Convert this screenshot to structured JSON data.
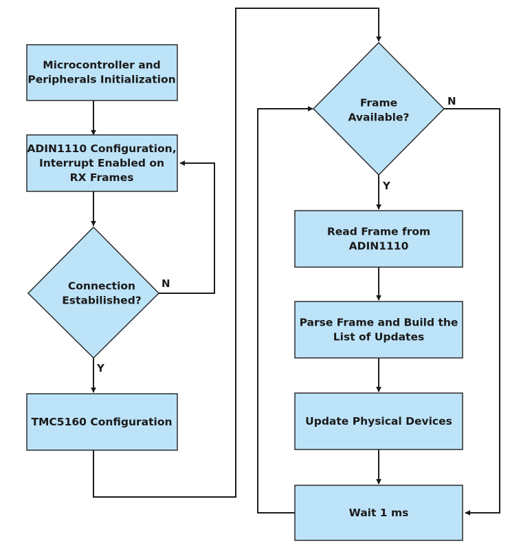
{
  "colors": {
    "node_fill": "#BDE3F8",
    "node_stroke": "#2b2b2b",
    "line": "#1a1a1a"
  },
  "nodes": {
    "init": [
      "Microcontroller and",
      "Peripherals Initialization"
    ],
    "adin_config": [
      "ADIN1110 Configuration,",
      "Interrupt Enabled on",
      "RX Frames"
    ],
    "connection": [
      "Connection",
      "Estabilished?"
    ],
    "tmc_config": [
      "TMC5160 Configuration"
    ],
    "frame_available": [
      "Frame",
      "Available?"
    ],
    "read_frame": [
      "Read Frame from",
      "ADIN1110"
    ],
    "parse_frame": [
      "Parse Frame and Build the",
      "List of Updates"
    ],
    "update_devices": [
      "Update Physical Devices"
    ],
    "wait": [
      "Wait 1 ms"
    ]
  },
  "labels": {
    "connection_no": "N",
    "connection_yes": "Y",
    "frame_no": "N",
    "frame_yes": "Y"
  }
}
